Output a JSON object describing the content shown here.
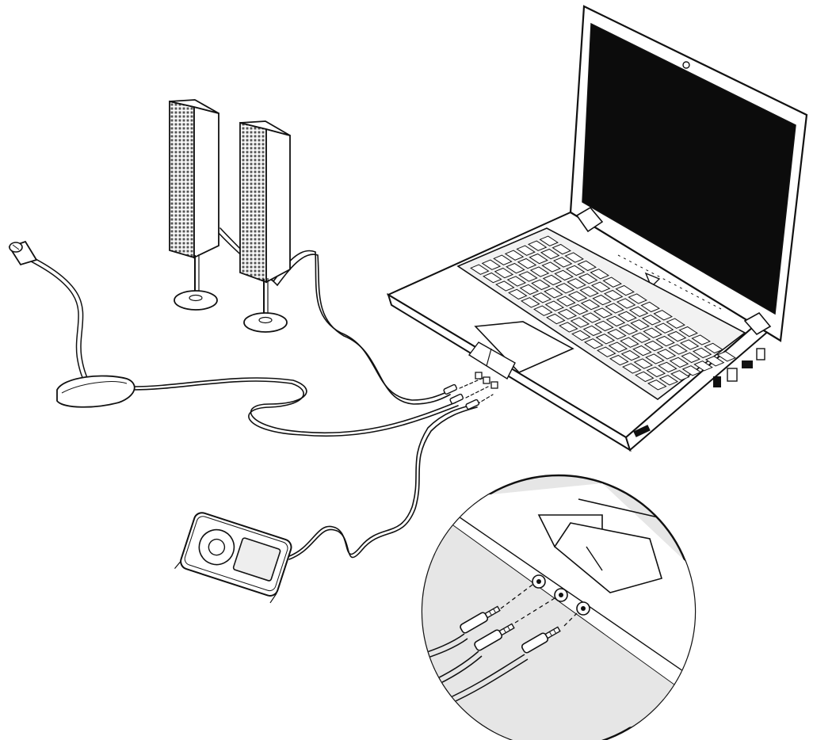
{
  "illustration": {
    "components": [
      {
        "id": "laptop",
        "icon": "laptop-icon"
      },
      {
        "id": "speakers",
        "icon": "speaker-icon",
        "count": 2
      },
      {
        "id": "microphone",
        "icon": "microphone-icon"
      },
      {
        "id": "media-player",
        "icon": "media-player-icon"
      },
      {
        "id": "detail-zoom",
        "icon": "magnifier-inset"
      }
    ],
    "jacks_shown": 3,
    "colors": {
      "line": "#111111",
      "fill": "#ffffff",
      "light_fill": "#eeeeee",
      "panel_fill": "#f2f2f2",
      "screen": "#0c0c0c",
      "inset_bg": "#e6e6e6"
    }
  }
}
